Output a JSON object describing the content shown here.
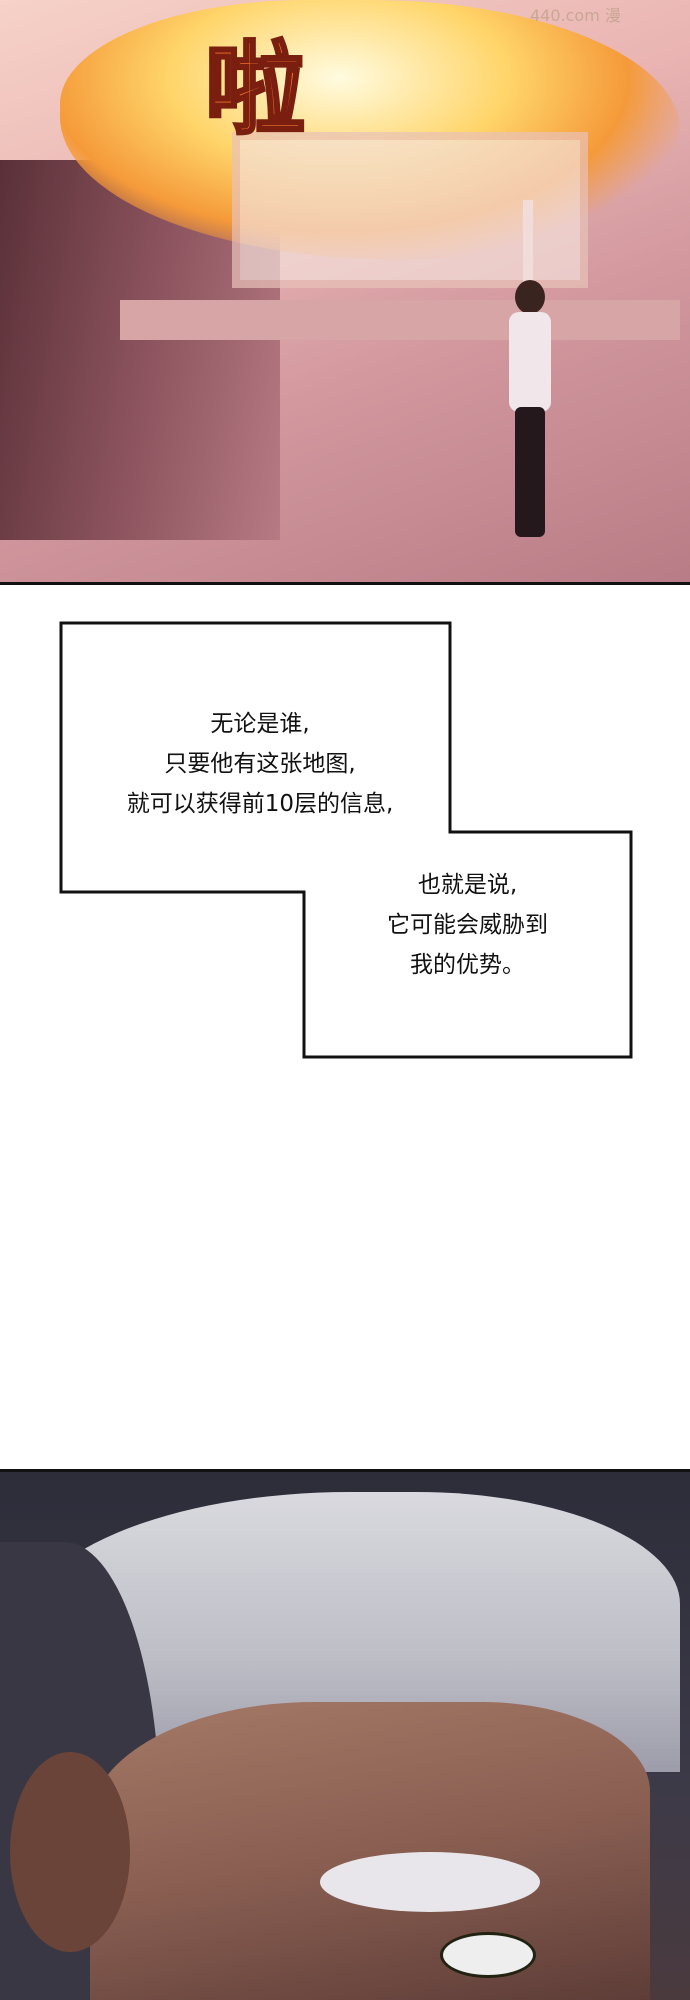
{
  "top_panel": {
    "sfx": "啦",
    "watermark": "440.com 漫"
  },
  "caption": {
    "block1": {
      "lines": [
        "无论是谁,",
        "只要他有这张地图,",
        "就可以获得前10层的信息,"
      ]
    },
    "block2": {
      "lines": [
        "也就是说,",
        "它可能会威胁到",
        "我的优势。"
      ]
    }
  },
  "colors": {
    "caption_border": "#111111",
    "sfx": "#f0732a"
  }
}
